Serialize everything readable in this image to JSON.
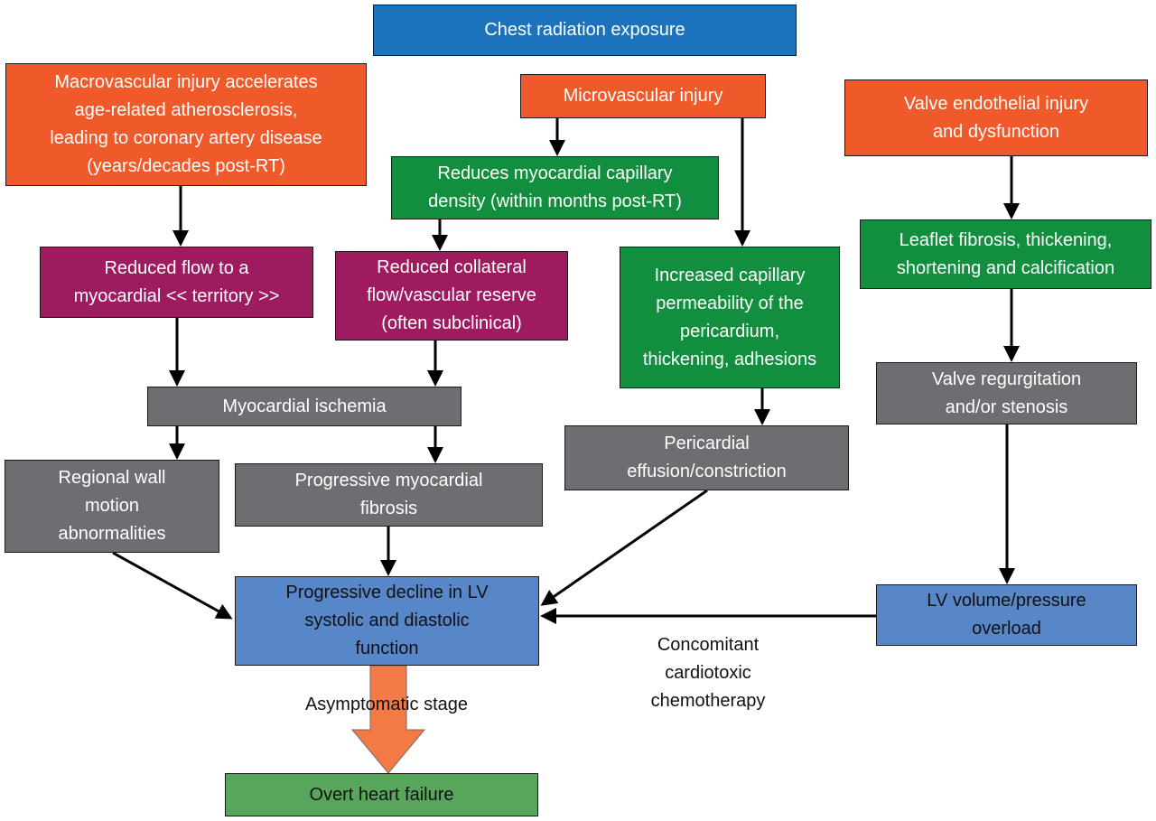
{
  "diagram": {
    "nodes": {
      "chest_radiation": "Chest radiation exposure",
      "macrovascular": "Macrovascular injury accelerates\nage-related atherosclerosis,\nleading to coronary artery disease\n(years/decades post-RT)",
      "microvascular": "Microvascular injury",
      "valve_injury": "Valve endothelial injury\nand dysfunction",
      "capillary_density": "Reduces myocardial capillary\ndensity (within months post-RT)",
      "reduced_flow": "Reduced flow to a\nmyocardial << territory >>",
      "collateral_flow": "Reduced collateral\nflow/vascular reserve\n(often subclinical)",
      "capillary_permeability": "Increased capillary\npermeability of the\npericardium,\nthickening, adhesions",
      "leaflet_fibrosis": "Leaflet fibrosis, thickening,\nshortening and calcification",
      "ischemia": "Myocardial ischemia",
      "valve_regurgitation": "Valve regurgitation\nand/or stenosis",
      "pericardial_effusion": "Pericardial\neffusion/constriction",
      "wall_motion": "Regional wall\nmotion\nabnormalities",
      "myocardial_fibrosis": "Progressive myocardial\nfibrosis",
      "lv_decline": "Progressive decline in LV\nsystolic and diastolic\nfunction",
      "lv_overload": "LV volume/pressure\noverload",
      "heart_failure": "Overt heart failure"
    },
    "labels": {
      "asymptomatic": "Asymptomatic stage",
      "chemotherapy": "Concomitant\ncardiotoxic\nchemotherapy"
    },
    "colors": {
      "top_blue": "#1c73bd",
      "orange": "#f05a2b",
      "green": "#128e3f",
      "purple": "#9d1b5e",
      "gray": "#6d6e71",
      "lv_blue": "#5787c9",
      "final_green": "#58a55c",
      "stage_arrow": "#f47a45"
    }
  }
}
